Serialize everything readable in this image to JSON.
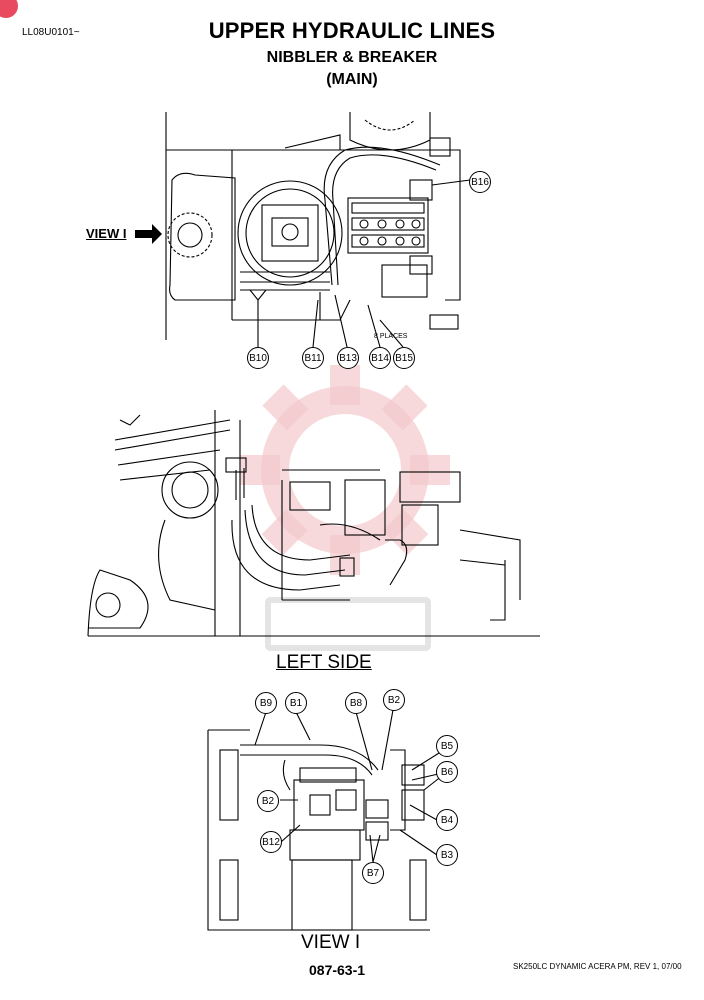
{
  "header": {
    "doc_code": "LL08U0101~",
    "title": "UPPER HYDRAULIC LINES",
    "subtitle": "NIBBLER & BREAKER",
    "subtitle2": "(MAIN)"
  },
  "top_view": {
    "view_callout": "VIEW I",
    "places_note": "8 PLACES",
    "callouts": [
      "B10",
      "B11",
      "B13",
      "B14",
      "B15",
      "B16"
    ]
  },
  "left_side": {
    "label": "LEFT SIDE"
  },
  "view_i": {
    "label": "VIEW I",
    "callouts": [
      "B9",
      "B1",
      "B8",
      "B2",
      "B5",
      "B6",
      "B2",
      "B4",
      "B12",
      "B3",
      "B7"
    ]
  },
  "footer": {
    "page_number": "087-63-1",
    "note": "SK250LC DYNAMIC ACERA PM, REV 1, 07/00"
  },
  "colors": {
    "line": "#000000",
    "watermark": "#f4c9cc",
    "badge": "#e84a5f"
  }
}
